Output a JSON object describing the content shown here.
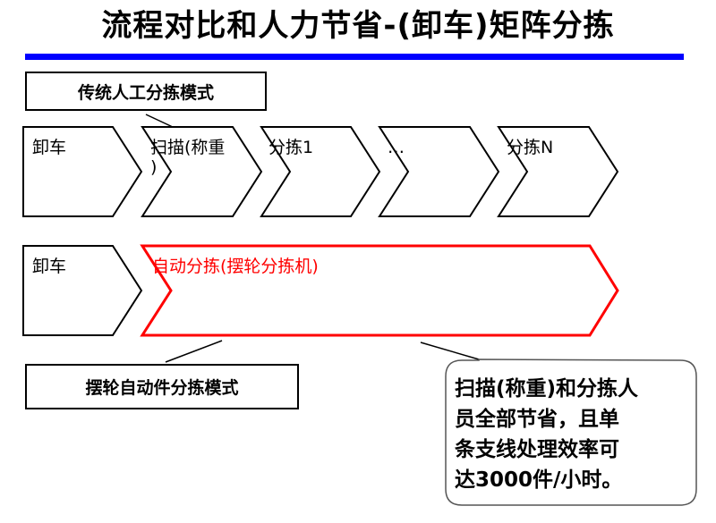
{
  "title": "流程对比和人力节省-(卸车)矩阵分拣",
  "colors": {
    "accent_rule": "#0000ff",
    "auto_sort_outline": "#ff0000",
    "auto_sort_text": "#ff0000",
    "callout_border": "#555555"
  },
  "traditional": {
    "mode_label": "传统人工分拣模式",
    "steps": [
      {
        "label": "卸车"
      },
      {
        "label_line1": "扫描(称重",
        "label_line2": ")"
      },
      {
        "label": "分拣1"
      },
      {
        "label": "…"
      },
      {
        "label": "分拣N"
      }
    ]
  },
  "automatic": {
    "mode_label": "摆轮自动件分拣模式",
    "steps": [
      {
        "label": "卸车"
      },
      {
        "label": "自动分拣(摆轮分拣机)"
      }
    ]
  },
  "callout": {
    "lines": [
      "扫描(称重)和分拣人",
      "员全部节省，且单",
      "条支线处理效率可",
      "达3000件/小时。"
    ]
  }
}
